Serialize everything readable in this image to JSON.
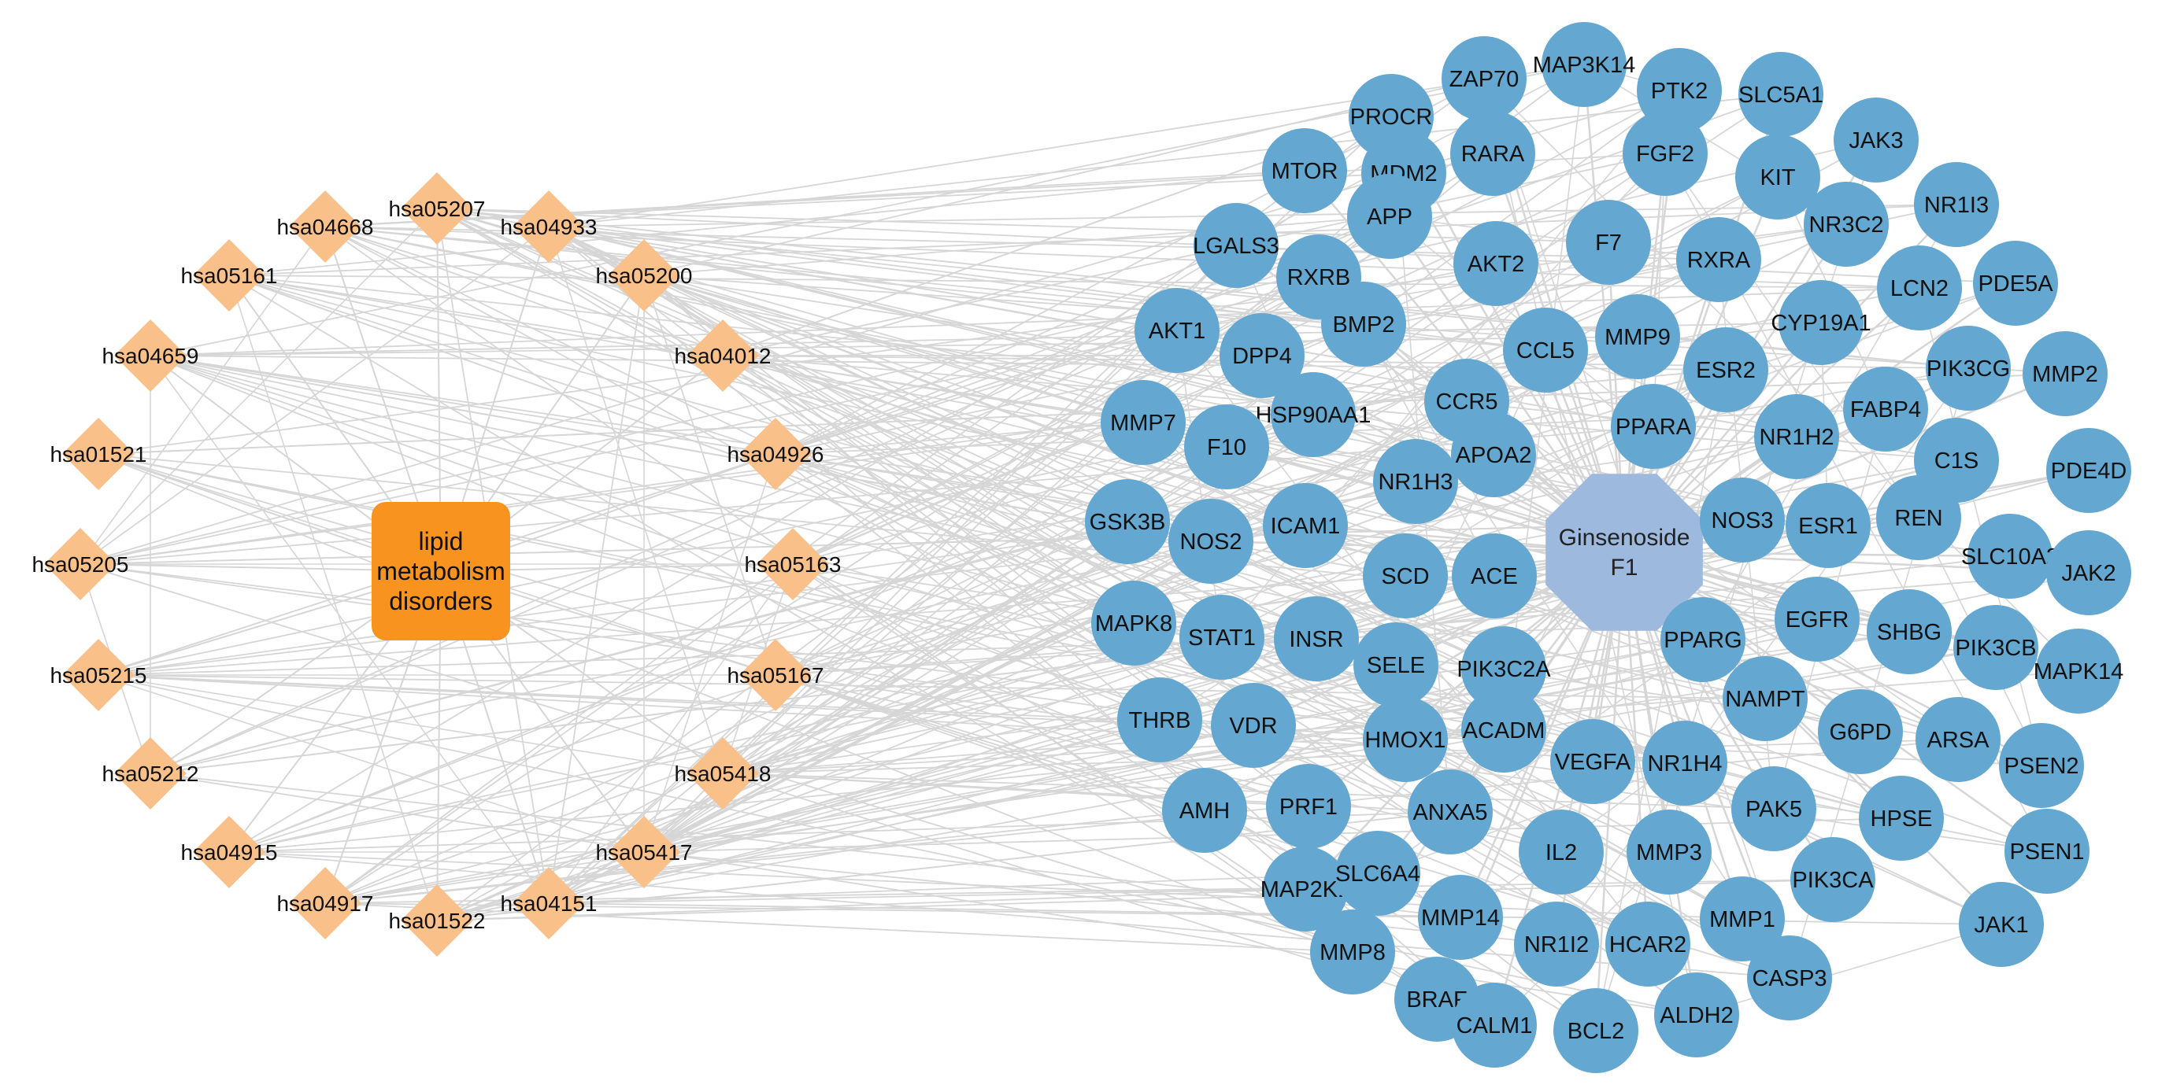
{
  "colors": {
    "edge": "#d6d6d6",
    "gene": "#64a7d0",
    "pathway": "#f9c08a",
    "disease": "#f7931e",
    "compound": "#9db9dd",
    "text": "#111111"
  },
  "disease": {
    "label_lines": [
      "lipid",
      "metabolism",
      "disorders"
    ]
  },
  "compound": {
    "label_lines": [
      "Ginsenoside",
      "F1"
    ]
  },
  "pathways": [
    "hsa05207",
    "hsa04933",
    "hsa05200",
    "hsa04012",
    "hsa04926",
    "hsa05163",
    "hsa05167",
    "hsa05418",
    "hsa05417",
    "hsa04151",
    "hsa01522",
    "hsa04917",
    "hsa04915",
    "hsa05212",
    "hsa05215",
    "hsa05205",
    "hsa01521",
    "hsa04659",
    "hsa05161",
    "hsa04668"
  ],
  "genes": [
    "ZAP70",
    "MAP3K14",
    "PTK2",
    "SLC5A1",
    "PROCR",
    "MTOR",
    "MDM2",
    "RARA",
    "FGF2",
    "KIT",
    "JAK3",
    "NR1I3",
    "LGALS3",
    "APP",
    "F7",
    "RXRA",
    "NR3C2",
    "RXRB",
    "AKT2",
    "LCN2",
    "PDE5A",
    "AKT1",
    "BMP2",
    "CCL5",
    "MMP9",
    "CYP19A1",
    "DPP4",
    "ESR2",
    "PIK3CG",
    "MMP2",
    "HSP90AA1",
    "FABP4",
    "MMP7",
    "F10",
    "CCR5",
    "PPARA",
    "NR1H2",
    "APOA2",
    "C1S",
    "PDE4D",
    "NR1H3",
    "ICAM1",
    "GSK3B",
    "NOS2",
    "NOS3",
    "ESR1",
    "REN",
    "SCD",
    "ACE",
    "SLC10A2",
    "JAK2",
    "MAPK8",
    "STAT1",
    "INSR",
    "EGFR",
    "SHBG",
    "PPARG",
    "SELE",
    "PIK3C2A",
    "PIK3CB",
    "MAPK14",
    "NAMPT",
    "THRB",
    "VDR",
    "HMOX1",
    "ACADM",
    "G6PD",
    "ARSA",
    "VEGFA",
    "NR1H4",
    "PSEN2",
    "AMH",
    "PRF1",
    "ANXA5",
    "PAK5",
    "HPSE",
    "IL2",
    "MMP3",
    "PSEN1",
    "MAP2K1",
    "SLC6A4",
    "PIK3CA",
    "MMP14",
    "JAK1",
    "MMP1",
    "NR1I2",
    "HCAR2",
    "MMP8",
    "CASP3",
    "BRAF",
    "ALDH2",
    "CALM1",
    "BCL2"
  ]
}
